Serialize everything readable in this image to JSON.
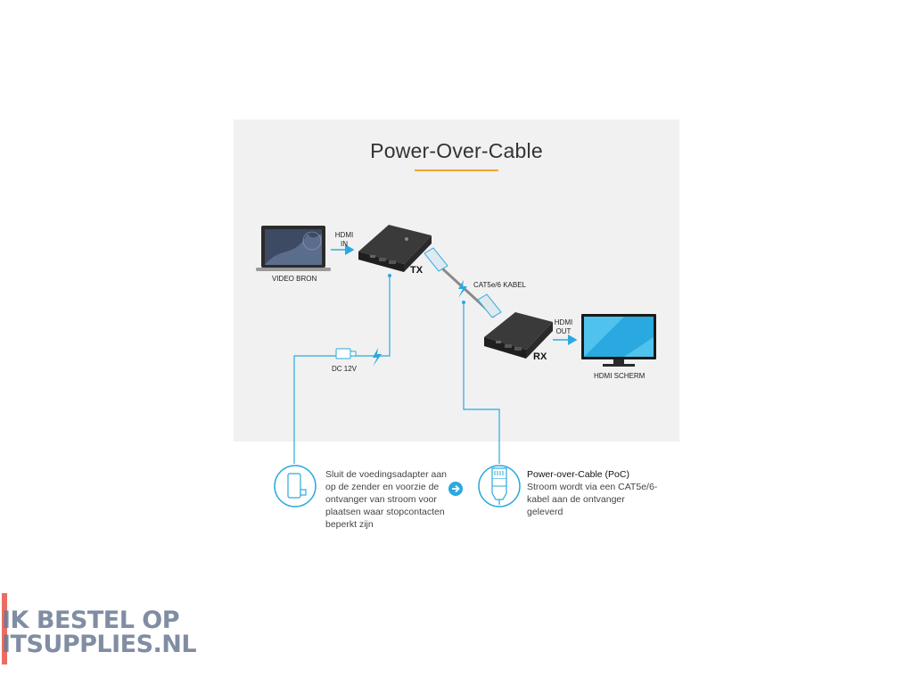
{
  "title": "Power-Over-Cable",
  "labels": {
    "hdmi_in": [
      "HDMI",
      "IN"
    ],
    "video_source": "VIDEO BRON",
    "tx": "TX",
    "cable": "CAT5e/6 KABEL",
    "rx": "RX",
    "hdmi_out": [
      "HDMI",
      "OUT"
    ],
    "hdmi_screen": "HDMI SCHERM",
    "dc": "DC 12V"
  },
  "info": {
    "left_text": [
      "Sluit de voedingsadapter aan",
      "op de zender en voorzie de",
      "ontvanger van stroom voor",
      "plaatsen waar stopcontacten",
      "beperkt zijn"
    ],
    "right_heading": "Power-over-Cable (PoC)",
    "right_text": [
      "Stroom wordt via een CAT5e/6-",
      "kabel aan de ontvanger",
      "geleverd"
    ]
  },
  "watermark": {
    "line1": "IK BESTEL OP",
    "line2": "ITSUPPLIES.NL"
  },
  "colors": {
    "accent_blue": "#2aa9e0",
    "underline": "#f2a62b",
    "panel_bg": "#f1f1f1",
    "watermark_bar": "#e96d63"
  },
  "icons": [
    "laptop-icon",
    "tx-device-icon",
    "rx-device-icon",
    "monitor-icon",
    "power-adapter-icon",
    "lightning-icon",
    "ethernet-plug-icon",
    "arrow-right-icon"
  ]
}
